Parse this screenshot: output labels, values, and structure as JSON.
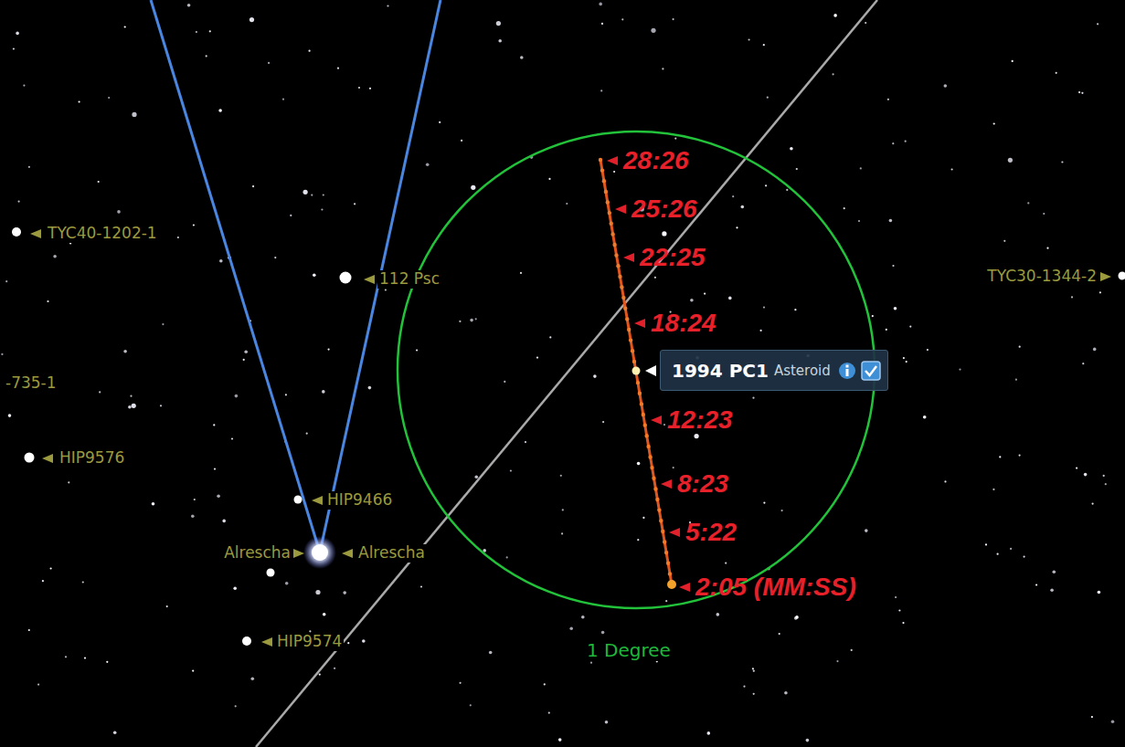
{
  "diagram": {
    "nodes": [
      {
        "text": [
          "1994 PC1",
          "Asteroid"
        ]
      }
    ],
    "labels": [
      "TYC40-1202-1",
      "112 Psc",
      "TYC30-1344-2",
      "-735-1",
      "HIP9576",
      "HIP9466",
      "Alrescha",
      "Alrescha",
      "HIP9574",
      "28:26",
      "25:26",
      "22:25",
      "18:24",
      "12:23",
      "8:23",
      "5:22",
      "2:05 (MM:SS)",
      "1 Degree"
    ]
  }
}
